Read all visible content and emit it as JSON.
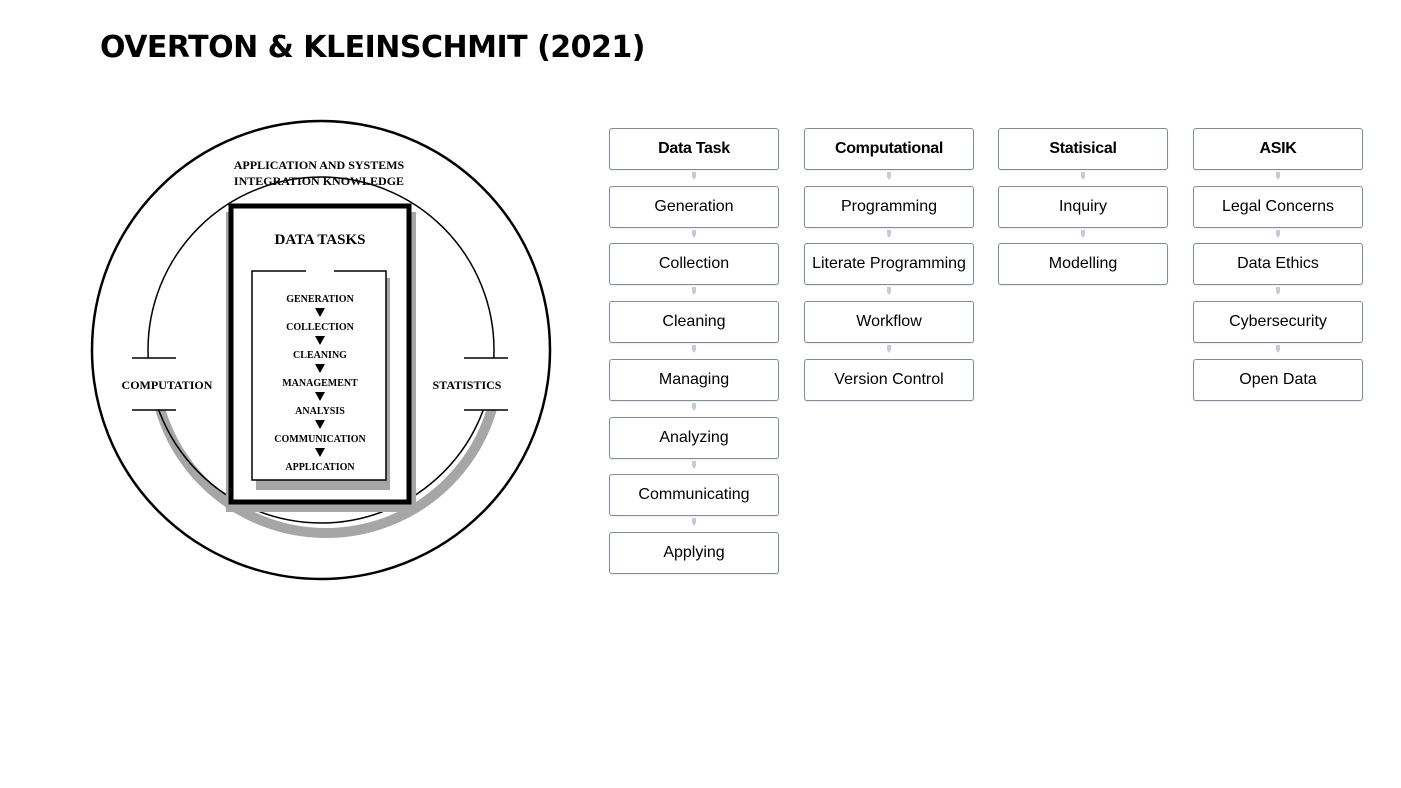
{
  "slide": {
    "title": "OVERTON & KLEINSCHMIT (2021)"
  },
  "diagram": {
    "outer_label_line1": "APPLICATION AND SYSTEMS",
    "outer_label_line2": "INTEGRATION KNOWLEDGE",
    "inner_title": "DATA TASKS",
    "left_label": "COMPUTATION",
    "right_label": "STATISTICS",
    "steps": [
      "GENERATION",
      "COLLECTION",
      "CLEANING",
      "MANAGEMENT",
      "ANALYSIS",
      "COMMUNICATION",
      "APPLICATION"
    ]
  },
  "columns": [
    {
      "header": "Data Task",
      "items": [
        "Generation",
        "Collection",
        "Cleaning",
        "Managing",
        "Analyzing",
        "Communicating",
        "Applying"
      ]
    },
    {
      "header": "Computational",
      "items": [
        "Programming",
        "Literate Programming",
        "Workflow",
        "Version Control"
      ]
    },
    {
      "header": "Statisical",
      "items": [
        "Inquiry",
        "Modelling"
      ]
    },
    {
      "header": "ASIK",
      "items": [
        "Legal Concerns",
        "Data Ethics",
        "Cybersecurity",
        "Open Data"
      ]
    }
  ],
  "colors": {
    "box_border": "#7f8c9e",
    "connector": "#c8ccd2",
    "shadow_gray": "#a6a6a6"
  }
}
